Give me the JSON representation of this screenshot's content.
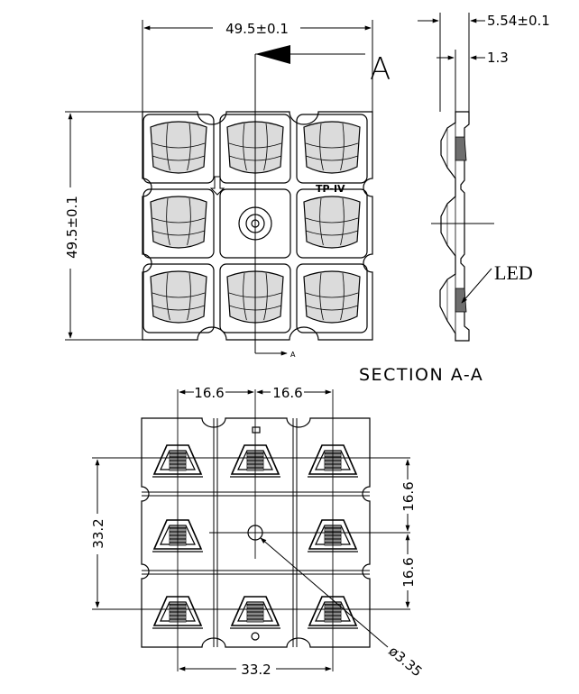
{
  "front_view": {
    "width_dim": "49.5±0.1",
    "height_dim": "49.5±0.1",
    "section_letter": "A",
    "section_arrow_small": "A",
    "model_label": "TP-IV"
  },
  "side_view": {
    "total_thickness_dim": "5.54±0.1",
    "base_thickness_dim": "1.3",
    "led_label": "LED"
  },
  "section_title": "SECTION A-A",
  "bottom_view": {
    "pitch_x_left": "16.6",
    "pitch_x_right": "16.6",
    "pitch_y_top": "16.6",
    "pitch_y_bottom": "16.6",
    "span_y": "33.2",
    "span_x": "33.2",
    "hole_diameter": "ø3.35"
  },
  "colors": {
    "line": "#000000",
    "background": "#ffffff",
    "lens_shade": "#bdbdbd"
  }
}
